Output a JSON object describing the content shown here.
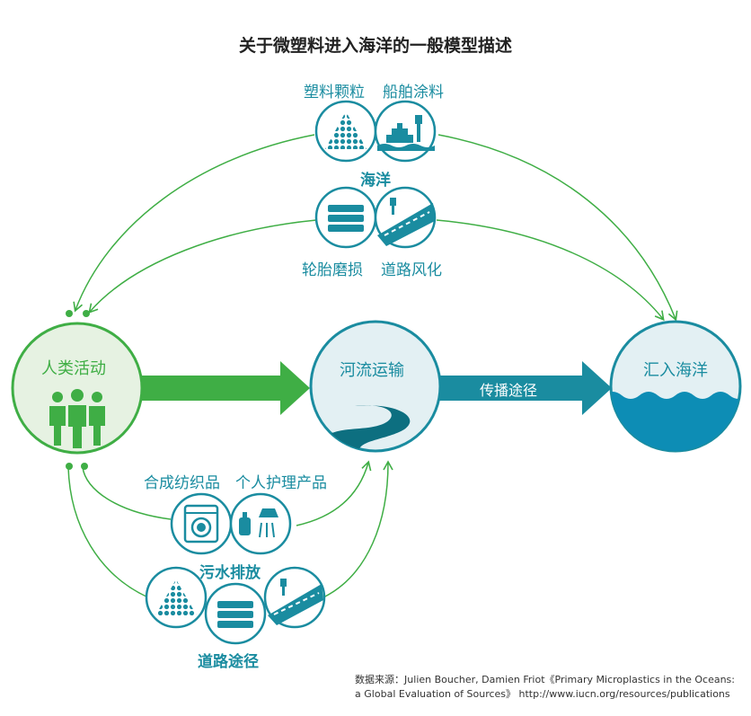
{
  "title": "关于微塑料进入海洋的一般模型描述",
  "top_group": {
    "labels": [
      "塑料颗粒",
      "船舶涂料"
    ],
    "group_label": "海洋"
  },
  "mid_group": {
    "labels": [
      "轮胎磨损",
      "道路风化"
    ]
  },
  "nodes": {
    "human": "人类活动",
    "river": "河流运输",
    "sea": "汇入海洋"
  },
  "arrow_label": "传播途径",
  "bottom_group": {
    "labels": [
      "合成纺织品",
      "个人护理产品"
    ],
    "group_label": "污水排放"
  },
  "road_group": {
    "group_label": "道路途径"
  },
  "source": {
    "line1": "数据来源：Julien Boucher, Damien Friot《Primary Microplastics in the Oceans:",
    "line2": "a Global Evaluation of Sources》 http://www.iucn.org/resources/publications"
  },
  "icons": [
    "pellets-icon",
    "ship-paint-icon",
    "tire-icon",
    "road-icon",
    "people-icon",
    "river-icon",
    "waves-icon",
    "washing-machine-icon",
    "shower-icon"
  ],
  "colors": {
    "teal": "#1a8ca0",
    "green": "#3fae45",
    "light_green": "#e6f2e2",
    "light_teal": "#e3f0f3",
    "sea_blue": "#0d8db5"
  }
}
